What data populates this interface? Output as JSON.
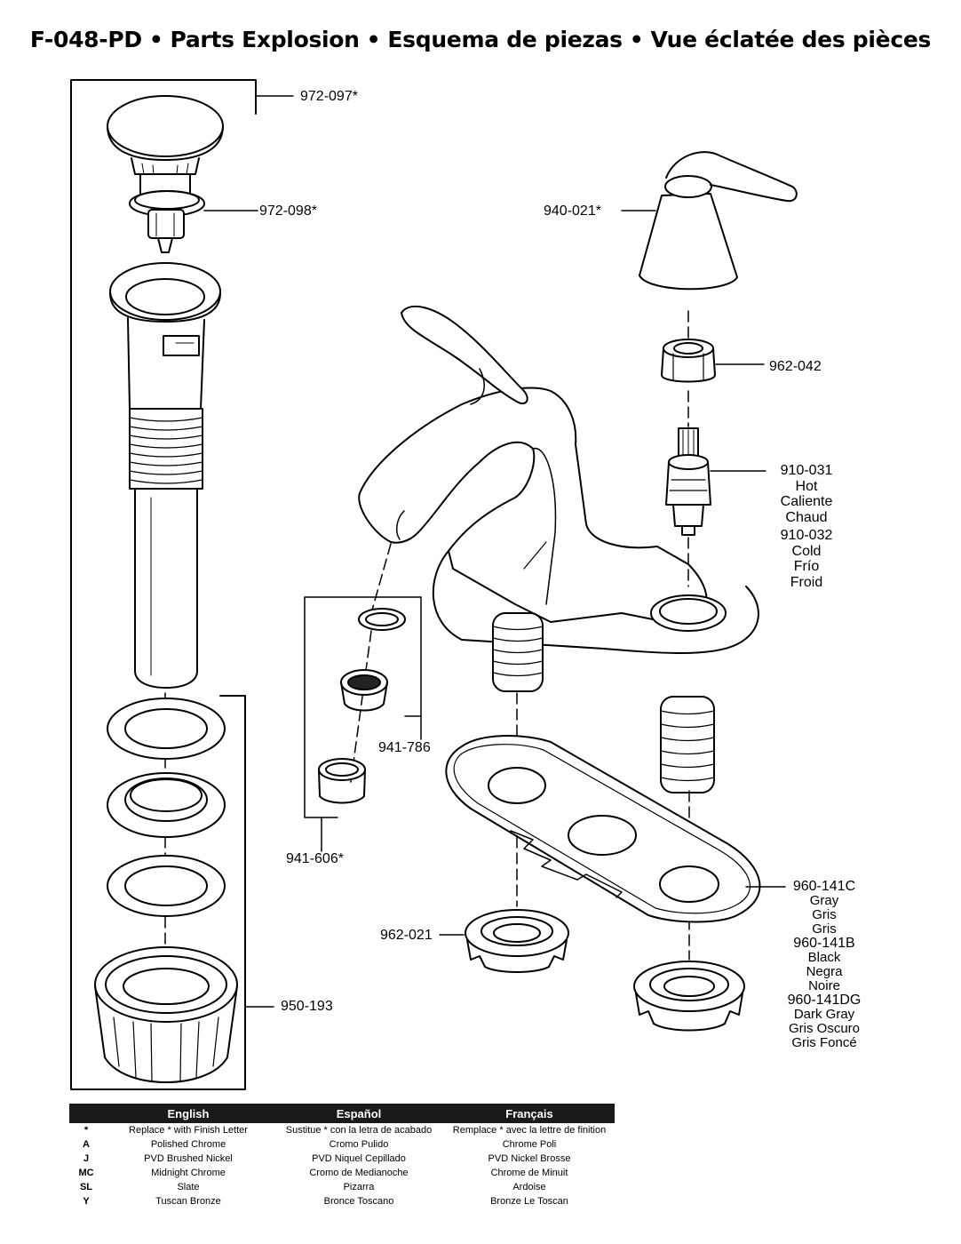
{
  "title": {
    "model": "F-048-PD",
    "separator": "•",
    "english": "Parts Explosion",
    "spanish": "Esquema de piezas",
    "french": "Vue éclatée des pièces"
  },
  "callouts": {
    "p972_097": "972-097*",
    "p972_098": "972-098*",
    "p940_021": "940-021*",
    "p962_042": "962-042",
    "p910_031": "910-031",
    "hot": [
      "Hot",
      "Caliente",
      "Chaud"
    ],
    "p910_032": "910-032",
    "cold": [
      "Cold",
      "Frío",
      "Froid"
    ],
    "p941_786": "941-786",
    "p941_606": "941-606*",
    "p962_021": "962-021",
    "p960_141c": "960-141C",
    "gray": [
      "Gray",
      "Gris",
      "Gris"
    ],
    "p960_141b": "960-141B",
    "black": [
      "Black",
      "Negra",
      "Noire"
    ],
    "p960_141dg": "960-141DG",
    "dark_gray": [
      "Dark Gray",
      "Gris Oscuro",
      "Gris Foncé"
    ],
    "p950_193": "950-193"
  },
  "legend": {
    "headers": [
      "",
      "English",
      "Español",
      "Français"
    ],
    "rows": [
      [
        "*",
        "Replace * with Finish Letter",
        "Sustitue * con la letra de acabado",
        "Remplace * avec la lettre de finition"
      ],
      [
        "A",
        "Polished Chrome",
        "Cromo Pulido",
        "Chrome Poli"
      ],
      [
        "J",
        "PVD Brushed Nickel",
        "PVD Niquel Cepillado",
        "PVD Nickel Brosse"
      ],
      [
        "MC",
        "Midnight Chrome",
        "Cromo de Medianoche",
        "Chrome de Minuit"
      ],
      [
        "SL",
        "Slate",
        "Pizarra",
        "Ardoise"
      ],
      [
        "Y",
        "Tuscan Bronze",
        "Bronce Toscano",
        "Bronze Le Toscan"
      ]
    ]
  },
  "colors": {
    "ink": "#000000",
    "paper": "#ffffff",
    "legend_header": "#1a1a1a"
  }
}
